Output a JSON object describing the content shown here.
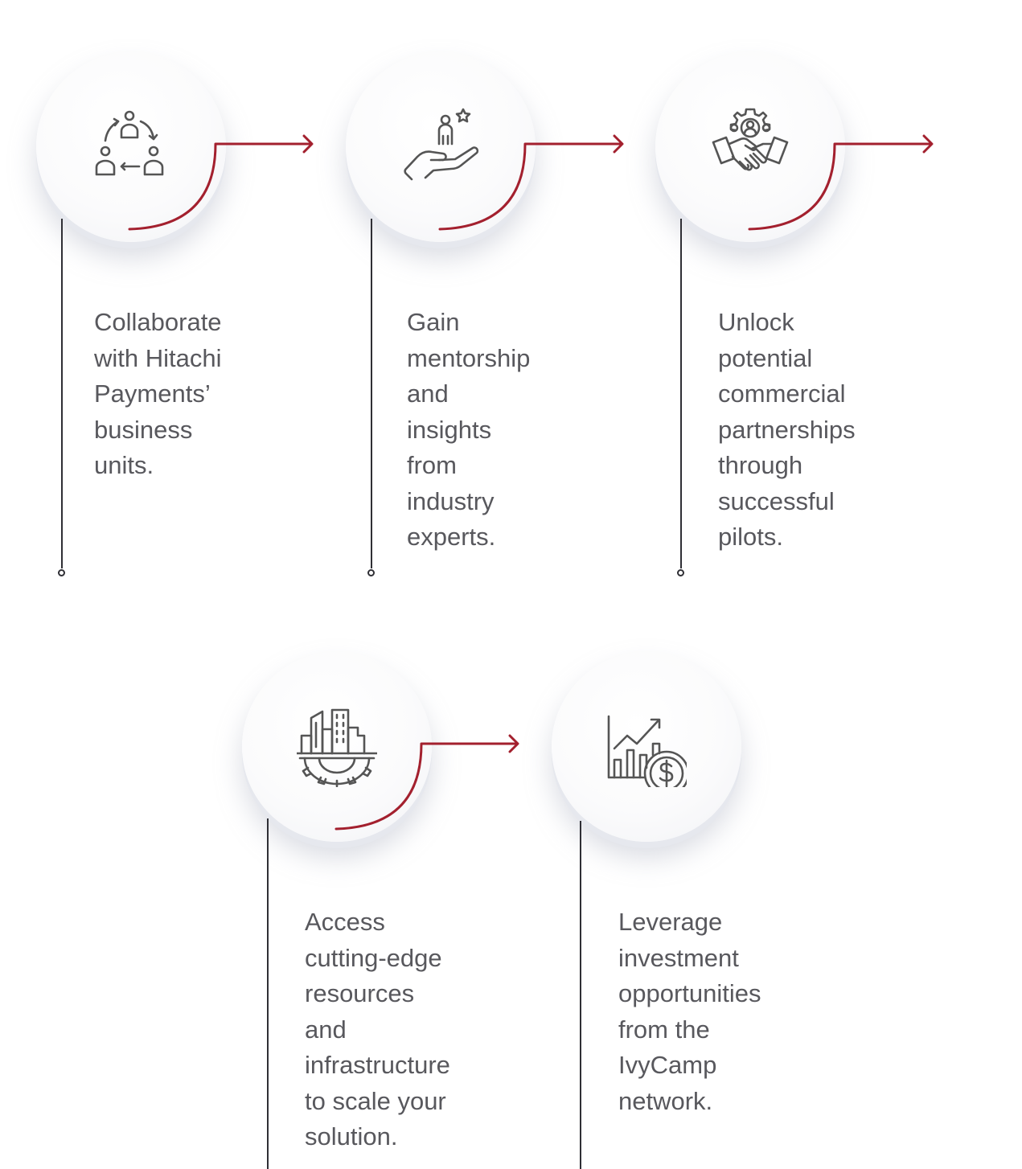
{
  "colors": {
    "accent": "#a3202e",
    "line": "#2f2f35",
    "text": "#58585d",
    "icon": "#555555"
  },
  "steps": [
    {
      "icon": "collaboration-cycle-icon",
      "text": "Collaborate\nwith Hitachi\nPayments’\nbusiness\nunits."
    },
    {
      "icon": "mentorship-hand-icon",
      "text": "Gain\nmentorship\nand insights\nfrom industry\nexperts."
    },
    {
      "icon": "partnership-handshake-icon",
      "text": "Unlock\npotential\ncommercial\npartnerships\nthrough\nsuccessful\npilots."
    },
    {
      "icon": "city-infrastructure-gear-icon",
      "text": "Access\ncutting-edge\nresources and\ninfrastructure\nto scale your\nsolution."
    },
    {
      "icon": "investment-growth-dollar-icon",
      "text": "Leverage\ninvestment\nopportunities\nfrom the\nIvyCamp\nnetwork."
    }
  ]
}
